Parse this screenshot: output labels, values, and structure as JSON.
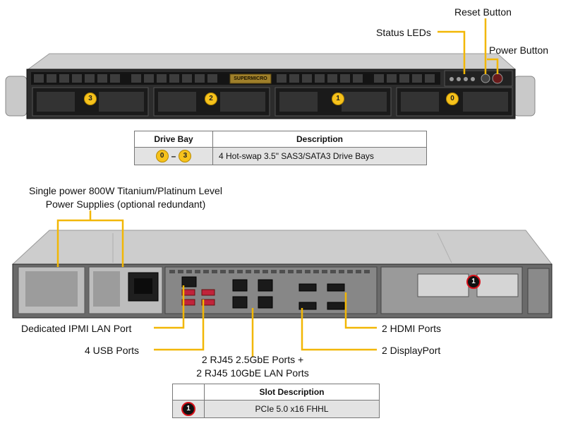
{
  "front": {
    "callouts": {
      "reset": "Reset Button",
      "status": "Status LEDs",
      "power": "Power Button"
    },
    "bays": [
      "3",
      "2",
      "1",
      "0"
    ],
    "logo": "SUPERMICRO"
  },
  "drive_table": {
    "headers": [
      "Drive Bay",
      "Description"
    ],
    "range_from": "0",
    "range_sep": "–",
    "range_to": "3",
    "description": "4 Hot-swap 3.5\" SAS3/SATA3 Drive Bays"
  },
  "rear": {
    "psu_line1": "Single power 800W Titanium/Platinum Level",
    "psu_line2": "Power Supplies (optional redundant)",
    "ipmi": "Dedicated IPMI LAN Port",
    "usb": "4 USB Ports",
    "rj45_line1": "2 RJ45 2.5GbE Ports +",
    "rj45_line2": "2 RJ45 10GbE LAN Ports",
    "hdmi": "2 HDMI Ports",
    "displayport": "2 DisplayPort",
    "slot_marker": "1"
  },
  "slot_table": {
    "headers": [
      "",
      "Slot Description"
    ],
    "marker": "1",
    "description": "PCIe 5.0 x16 FHHL"
  },
  "colors": {
    "callout": "#f2b705",
    "chassis": "#3a3a3a",
    "badge": "#f6c21c",
    "slot_badge": "#d8111a"
  }
}
